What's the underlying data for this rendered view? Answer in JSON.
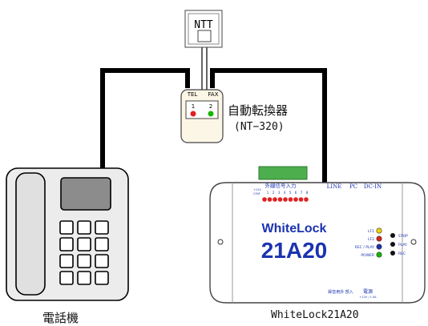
{
  "jack": {
    "label": "NTT"
  },
  "switcher": {
    "name": "自動転換器",
    "model": "(NT−320)",
    "port_tel": "TEL",
    "port_fax": "FAX",
    "button_1": "1",
    "button_2": "2",
    "color_1": "#e02020",
    "color_2": "#19b400"
  },
  "phone": {
    "label": "電話機"
  },
  "device": {
    "brand": "WhiteLock",
    "model": "21A20",
    "caption": "WhiteLock21A20",
    "brand_color": "#1b33b0",
    "ports": {
      "line": "LINE",
      "pc": "PC",
      "dcin": "DC-IN"
    },
    "input_label": "外線信号入力",
    "input_numbers": [
      "1",
      "2",
      "3",
      "4",
      "5",
      "6",
      "7",
      "8"
    ],
    "small_left": [
      "+12V",
      "COM"
    ],
    "indicators": [
      {
        "label": "LF1",
        "color": "#f2d200"
      },
      {
        "label": "LF2",
        "color": "#e02020"
      },
      {
        "label": "REC / PLAY",
        "color": "#1b33b0"
      },
      {
        "label": "POWER",
        "color": "#19b400"
      }
    ],
    "buttons": [
      "STOP",
      "PLAY",
      "REC"
    ],
    "bottom_label_1": "録音用外\n部入",
    "bottom_label_2": "電源",
    "bottom_label_2_sub": "+12V / 1.5A",
    "connector_color": "#4cae4c",
    "led_color": "#e02020"
  }
}
